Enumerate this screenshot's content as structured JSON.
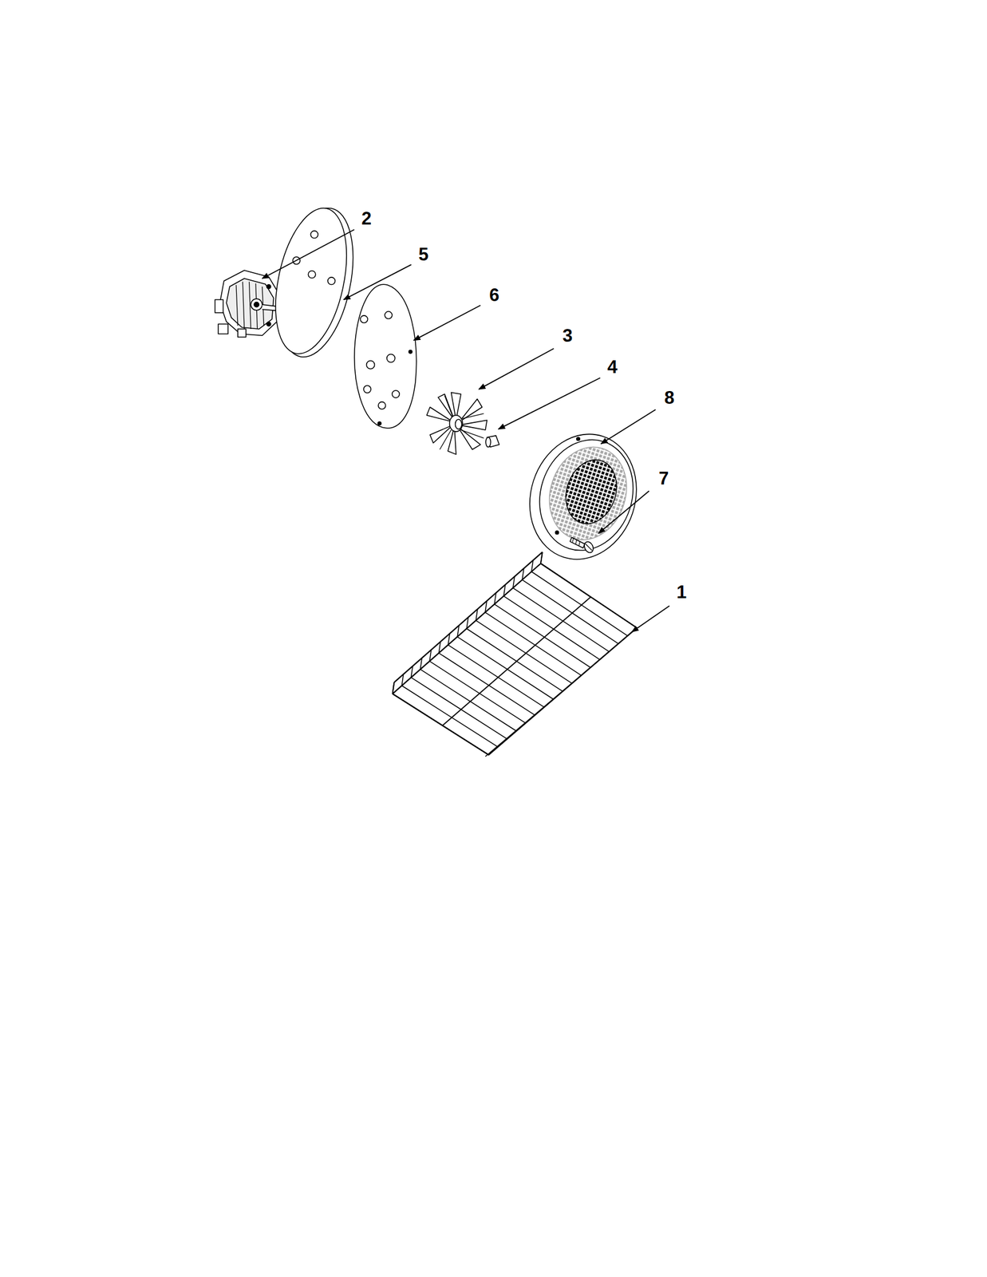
{
  "diagram": {
    "labels": [
      "2",
      "5",
      "6",
      "3",
      "4",
      "8",
      "7",
      "1"
    ]
  }
}
